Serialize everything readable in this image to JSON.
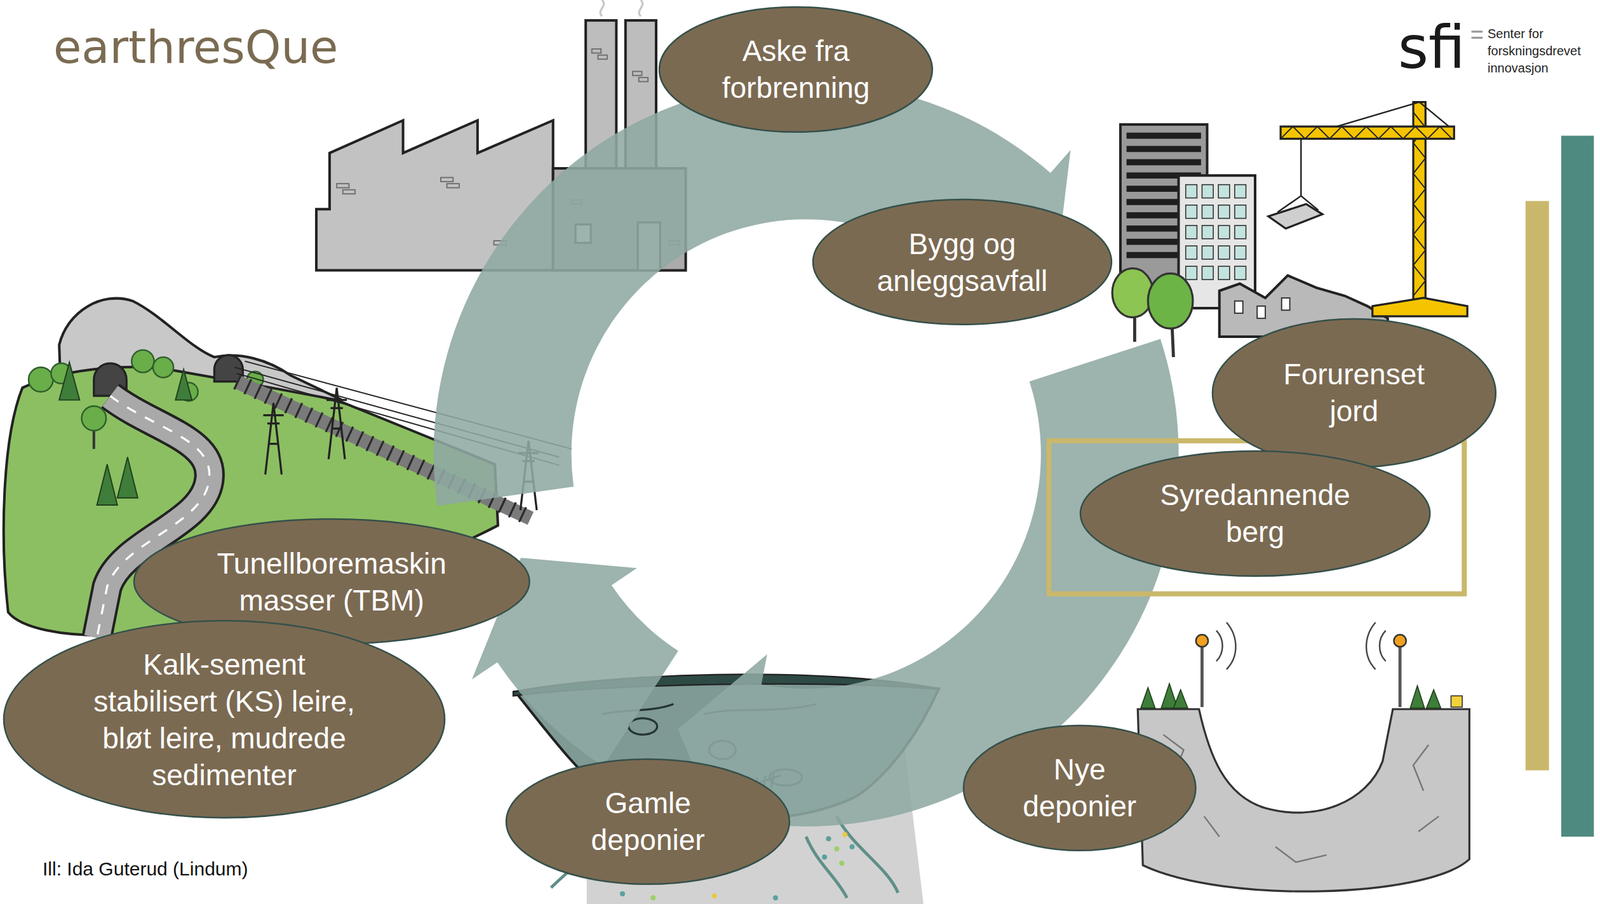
{
  "diagram": {
    "nodes": [
      {
        "text": [
          "Aske fra forbrenning"
        ]
      },
      {
        "text": [
          "Bygg og anleggsavfall"
        ]
      },
      {
        "text": [
          "Forurenset jord"
        ]
      },
      {
        "text": [
          "Syredannende berg"
        ]
      },
      {
        "text": [
          "Tunellboremaskin masser (TBM)"
        ]
      },
      {
        "text": [
          "Kalk-sement stabilisert (KS) leire, bløt leire, mudrede sedimenter"
        ]
      },
      {
        "text": [
          "Nye deponier"
        ]
      },
      {
        "text": [
          "Gamle deponier"
        ]
      }
    ],
    "labels": [
      "earthresQue",
      "sfi",
      "Senter for forskningsdrevet innovasjon",
      "Ill: Ida Guterud (Lindum)"
    ]
  }
}
